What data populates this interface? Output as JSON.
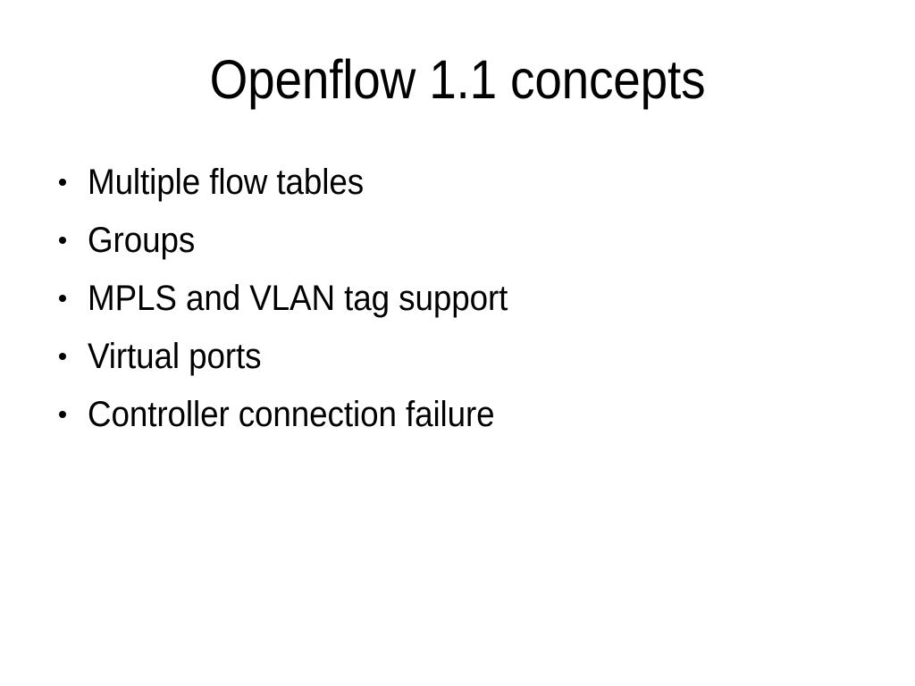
{
  "slide": {
    "background_color": "#ffffff",
    "text_color": "#000000",
    "title": "Openflow 1.1 concepts",
    "bullet_glyph": "bullet-dot",
    "bullets": [
      {
        "text": "Multiple flow tables"
      },
      {
        "text": "Groups"
      },
      {
        "text": "MPLS and VLAN tag support"
      },
      {
        "text": "Virtual ports"
      },
      {
        "text": "Controller connection failure"
      }
    ]
  }
}
